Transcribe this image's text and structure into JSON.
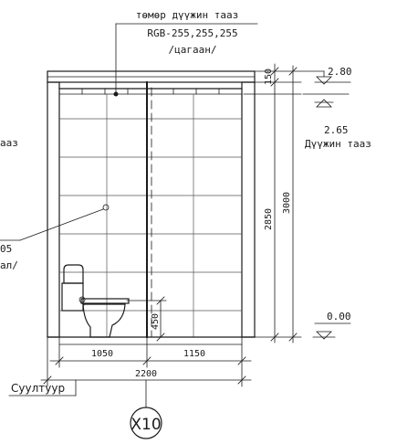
{
  "ceiling_callout": {
    "line1": "төмөр дүүжин тааз",
    "line2": "RGB-255,255,255",
    "line3": "/цагаан/"
  },
  "left_callout_upper": "ааз",
  "left_callout_lower": {
    "line1": "05",
    "line2": "ал/"
  },
  "levels": {
    "top": "2.80",
    "ceiling": "2.65",
    "ceiling_label": "Дүүжин тааз",
    "floor": "0.00"
  },
  "dimensions": {
    "slab": "150",
    "clear_height": "2850",
    "total_height": "3000",
    "fixture_height": "450",
    "left_width": "1050",
    "right_width": "1150",
    "total_width": "2200"
  },
  "fixture_label": "Суултуур",
  "grid_axis": "X10"
}
